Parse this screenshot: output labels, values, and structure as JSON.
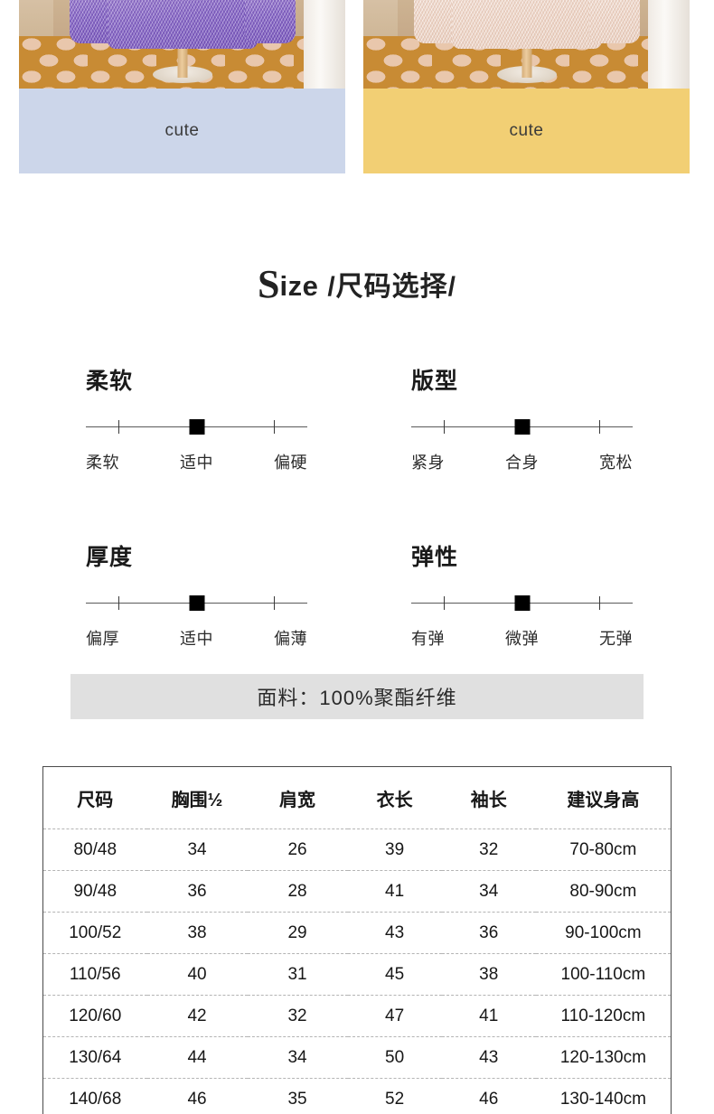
{
  "cards": [
    {
      "caption": "cute",
      "bar_color": "#ccd6ea",
      "garment_color": "purple"
    },
    {
      "caption": "cute",
      "bar_color": "#f2cf74",
      "garment_color": "cream"
    }
  ],
  "size_heading": {
    "cap": "S",
    "rest": "ize",
    "cn": "/尺码选择/"
  },
  "attributes": [
    {
      "title": "柔软",
      "scale": [
        "柔软",
        "适中",
        "偏硬"
      ],
      "selected": "适中",
      "selected_index": 1
    },
    {
      "title": "版型",
      "scale": [
        "紧身",
        "合身",
        "宽松"
      ],
      "selected": "合身",
      "selected_index": 1
    },
    {
      "title": "厚度",
      "scale": [
        "偏厚",
        "适中",
        "偏薄"
      ],
      "selected": "适中",
      "selected_index": 1
    },
    {
      "title": "弹性",
      "scale": [
        "有弹",
        "微弹",
        "无弹"
      ],
      "selected": "微弹",
      "selected_index": 1
    }
  ],
  "fabric": {
    "text": "面料：100%聚酯纤维",
    "background": "#e0e0e0"
  },
  "size_table": {
    "headers": [
      "尺码",
      "胸围½",
      "肩宽",
      "衣长",
      "袖长",
      "建议身高"
    ],
    "rows": [
      [
        "80/48",
        "34",
        "26",
        "39",
        "32",
        "70-80cm"
      ],
      [
        "90/48",
        "36",
        "28",
        "41",
        "34",
        "80-90cm"
      ],
      [
        "100/52",
        "38",
        "29",
        "43",
        "36",
        "90-100cm"
      ],
      [
        "110/56",
        "40",
        "31",
        "45",
        "38",
        "100-110cm"
      ],
      [
        "120/60",
        "42",
        "32",
        "47",
        "41",
        "110-120cm"
      ],
      [
        "130/64",
        "44",
        "34",
        "50",
        "43",
        "120-130cm"
      ],
      [
        "140/68",
        "46",
        "35",
        "52",
        "46",
        "130-140cm"
      ]
    ]
  }
}
